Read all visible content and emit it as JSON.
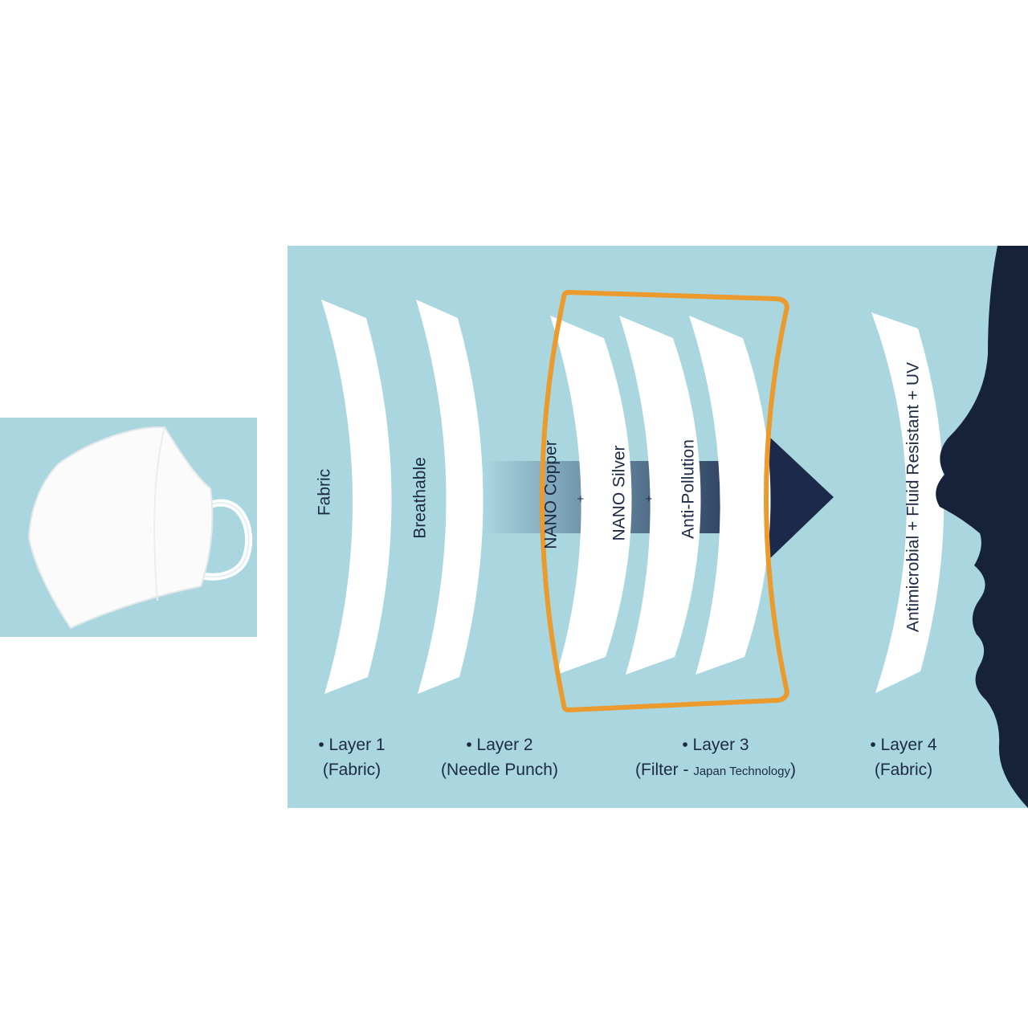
{
  "colors": {
    "background": "#a9d6df",
    "band": "#ffffff",
    "text": "#1c2a44",
    "filter_outline": "#eb9a2e",
    "face": "#16213a",
    "arrow_dark": "#1b2a4b"
  },
  "icons": {
    "product": "face-mask-icon",
    "face": "face-silhouette-icon",
    "flow": "air-flow-arrow-icon"
  },
  "bands": {
    "fabric": "Fabric",
    "breathable": "Breathable",
    "nano_copper": "NANO Copper",
    "nano_silver": "NANO Silver",
    "anti_pollution": "Anti-Pollution",
    "inner": "Antimicrobial + Fluid Resistant + UV"
  },
  "plus": "+",
  "layers": [
    {
      "title": "• Layer 1",
      "detail": "(Fabric)"
    },
    {
      "title": "• Layer 2",
      "detail": "(Needle Punch)"
    },
    {
      "title": "• Layer 3",
      "detail_prefix": "(Filter - ",
      "detail_small": "Japan Technology",
      "detail_suffix": ")"
    },
    {
      "title": "• Layer 4",
      "detail": "(Fabric)"
    }
  ]
}
